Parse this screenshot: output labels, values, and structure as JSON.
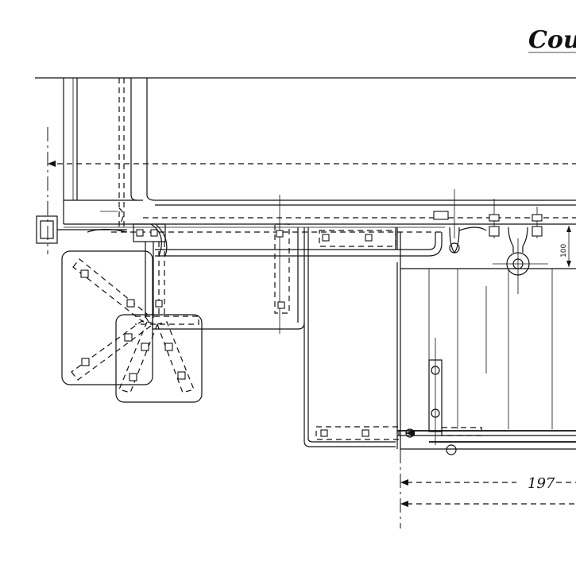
{
  "drawing": {
    "title": "Cou",
    "dimensions": {
      "length_label": "197",
      "height_label": "100"
    }
  }
}
